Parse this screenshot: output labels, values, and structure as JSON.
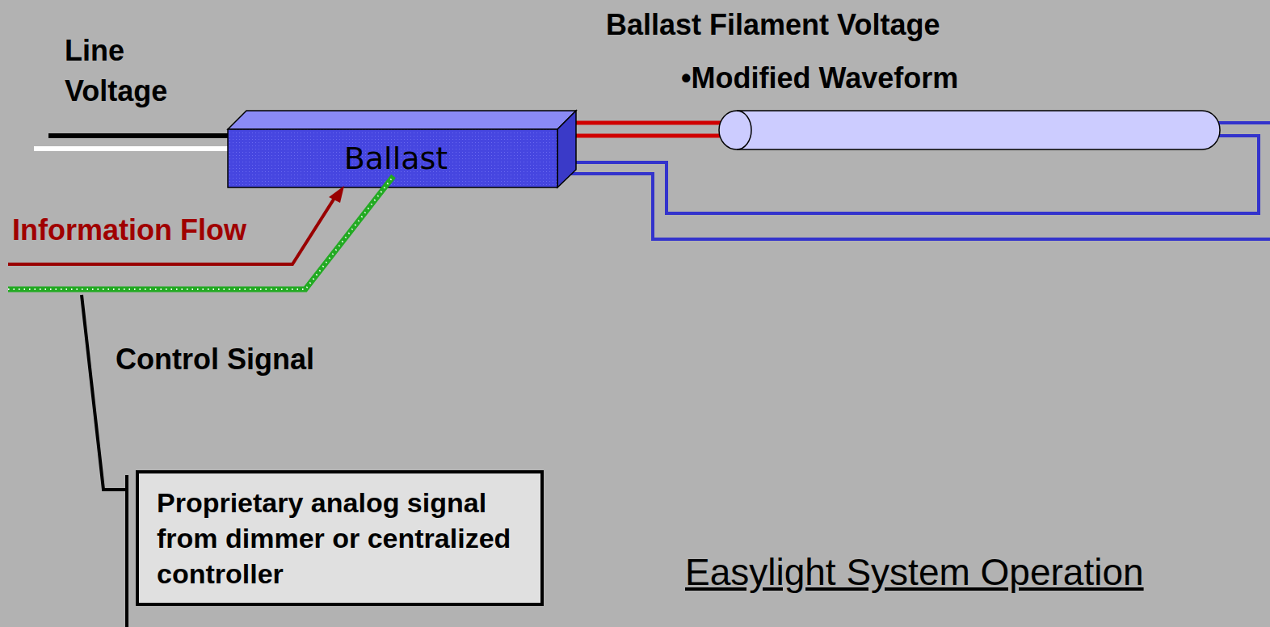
{
  "diagram": {
    "title": "Easylight System Operation",
    "nodes": [
      {
        "text": [
          "Ballast"
        ]
      },
      {
        "text": [
          "Proprietary analog signal from dimmer or centralized controller"
        ]
      }
    ],
    "labels": [
      "Line Voltage",
      "Ballast Filament Voltage",
      "•Modified Waveform",
      "Information Flow",
      "Control Signal"
    ]
  }
}
